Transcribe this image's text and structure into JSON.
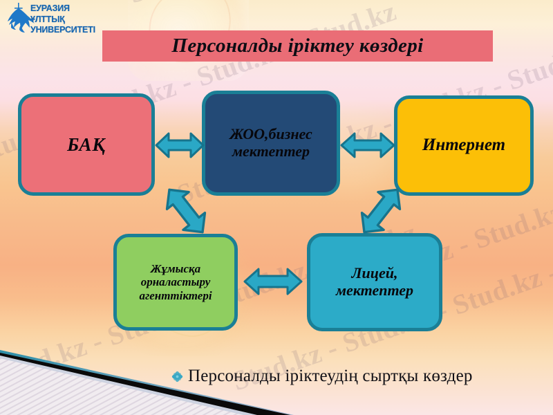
{
  "slide": {
    "title": "Персоналды іріктеу көздері",
    "caption": "Персоналды іріктеудің сыртқы көздер",
    "bullet_icon": "flower-bullet-icon",
    "watermark_text": "Stud.kz - Stud.kz - Stud.kz - Stud.kz"
  },
  "logo": {
    "name": "eurasian-national-university-logo",
    "line1": "ЕУРАЗИЯ",
    "line2": "ҰЛТТЫҚ",
    "line3": "УНИВЕРСИТЕТІ",
    "emblem_icon": "winged-horse-icon"
  },
  "nodes": [
    {
      "id": "bak",
      "label": "БАҚ",
      "fill": "#ec7078",
      "border": "#1a7f96"
    },
    {
      "id": "zhoo",
      "label": "ЖОО,бизнес мектептер",
      "fill": "#234a76",
      "border": "#1a7f96"
    },
    {
      "id": "internet",
      "label": "Интернет",
      "fill": "#fcbf07",
      "border": "#1a7f96"
    },
    {
      "id": "agency",
      "label": "Жұмысқа орналастыру агенттіктері",
      "fill": "#8fce60",
      "border": "#1a7f96"
    },
    {
      "id": "lyceum",
      "label": "Лицей, мектептер",
      "fill": "#2cabc8",
      "border": "#1a7f96"
    }
  ],
  "connectors": [
    {
      "id": "bak-zhoo",
      "icon": "double-arrow-horizontal-icon",
      "from": "bak",
      "to": "zhoo"
    },
    {
      "id": "zhoo-internet",
      "icon": "double-arrow-horizontal-icon",
      "from": "zhoo",
      "to": "internet"
    },
    {
      "id": "zhoo-agency",
      "icon": "double-arrow-diagonal-icon",
      "from": "zhoo",
      "to": "agency"
    },
    {
      "id": "internet-lyceum",
      "icon": "double-arrow-diagonal-icon",
      "from": "internet",
      "to": "lyceum"
    },
    {
      "id": "agency-lyceum",
      "icon": "double-arrow-horizontal-icon",
      "from": "agency",
      "to": "lyceum"
    }
  ],
  "colors": {
    "banner": "#ea6d76",
    "arrow_fill": "#2aa8c6",
    "arrow_stroke": "#17748c",
    "box_border": "#1a7f96",
    "logo_blue": "#1565b0"
  }
}
